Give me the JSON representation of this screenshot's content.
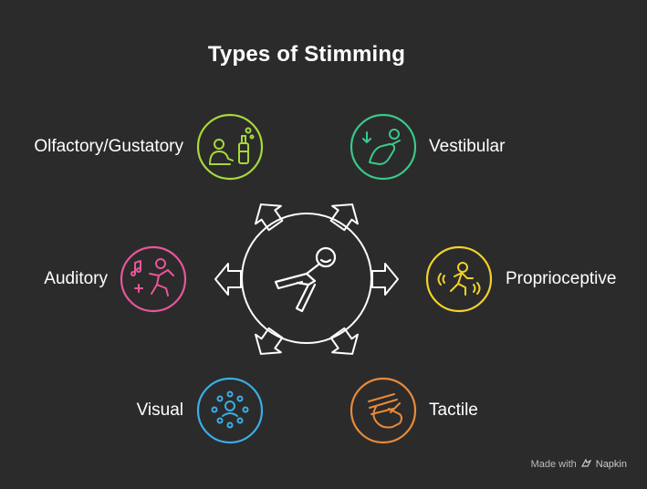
{
  "title": "Types of Stimming",
  "types": {
    "olfactory_gustatory": {
      "label": "Olfactory/Gustatory",
      "color": "#a6d93a",
      "icon": "smell-taste-icon"
    },
    "vestibular": {
      "label": "Vestibular",
      "color": "#39c98a",
      "icon": "recline-icon"
    },
    "auditory": {
      "label": "Auditory",
      "color": "#e8569a",
      "icon": "dance-music-icon"
    },
    "proprioceptive": {
      "label": "Proprioceptive",
      "color": "#f2d22a",
      "icon": "running-person-icon"
    },
    "visual": {
      "label": "Visual",
      "color": "#3aaee8",
      "icon": "eye-dots-icon"
    },
    "tactile": {
      "label": "Tactile",
      "color": "#e98a3a",
      "icon": "hand-touch-icon"
    }
  },
  "center": {
    "color": "#ffffff",
    "icon": "stretching-figure-icon"
  },
  "watermark": {
    "prefix": "Made with",
    "brand": "Napkin"
  }
}
